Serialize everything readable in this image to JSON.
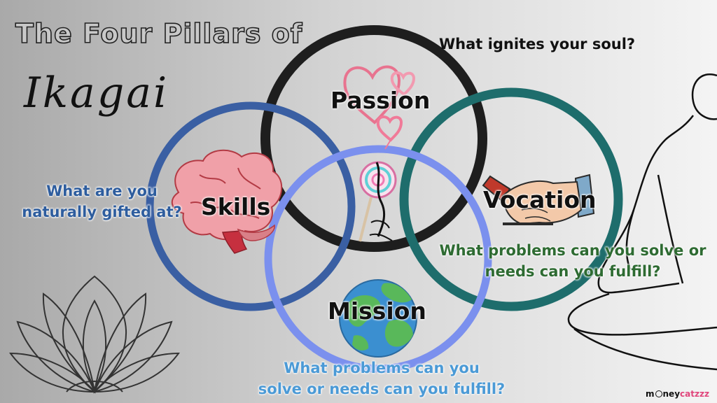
{
  "title": {
    "line1": "The Four Pillars of",
    "line2": "Ikagai"
  },
  "questions": {
    "passion": "What ignites your soul?",
    "skills_line1": "What are you",
    "skills_line2": "naturally gifted at?",
    "vocation_line1": "What problems can you solve or",
    "vocation_line2": "needs can you fulfill?",
    "mission_line1": "What problems can you",
    "mission_line2": "solve or needs can you fulfill?"
  },
  "pillars": {
    "passion": "Passion",
    "skills": "Skills",
    "vocation": "Vocation",
    "mission": "Mission"
  },
  "brand": {
    "prefix": "m",
    "middle": "ney",
    "accent": "catzzz"
  },
  "colors": {
    "passion": "#1e1e1e",
    "skills": "#3a5fa3",
    "vocation": "#1e6d6c",
    "mission": "#7b90ee",
    "skills_text": "#2e5d9e",
    "vocation_text": "#2e6b32",
    "mission_text": "#4b9ad6",
    "brand_accent": "#e0457b"
  },
  "icons": [
    "lotus-icon",
    "meditating-figure-icon",
    "hearts-icon",
    "brain-icon",
    "handshake-icon",
    "earth-globe-icon",
    "lollipop-ensō-icon"
  ]
}
